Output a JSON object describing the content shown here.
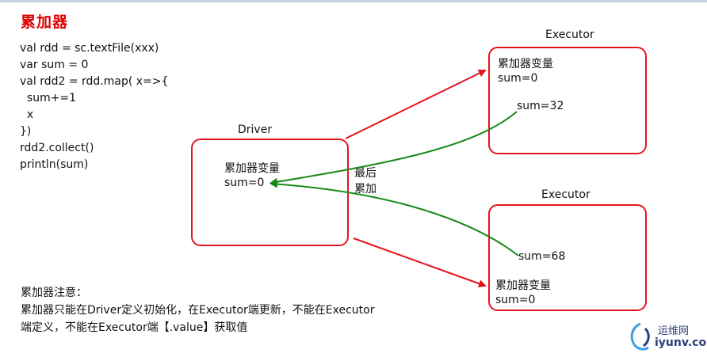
{
  "title": "累加器",
  "code_lines": [
    "val rdd = sc.textFile(xxx)",
    "var sum = 0",
    "val rdd2 = rdd.map( x=>{",
    "  sum+=1",
    "  x",
    "})",
    "rdd2.collect()",
    "println(sum)"
  ],
  "driver": {
    "label": "Driver",
    "accumulator_label": "累加器变量",
    "sum_text": "sum=0"
  },
  "executor_top": {
    "label": "Executor",
    "accumulator_label": "累加器变量",
    "sum_init": "sum=0",
    "sum_value": "sum=32"
  },
  "executor_bottom": {
    "label": "Executor",
    "sum_value": "sum=68",
    "accumulator_label": "累加器变量",
    "sum_init": "sum=0"
  },
  "merge_label_line1": "最后",
  "merge_label_line2": "累加",
  "notes": {
    "heading": "累加器注意：",
    "line1": "累加器只能在Driver定义初始化，在Executor端更新，不能在Executor",
    "line2": "端定义，不能在Executor端【.value】获取值"
  },
  "watermark": {
    "name": "运维网",
    "url": "iyunv.com"
  },
  "colors": {
    "title": "#e00000",
    "box_border": "#e5141b",
    "red_arrow": "#e5141b",
    "green_arrow": "#1a8a1a"
  }
}
